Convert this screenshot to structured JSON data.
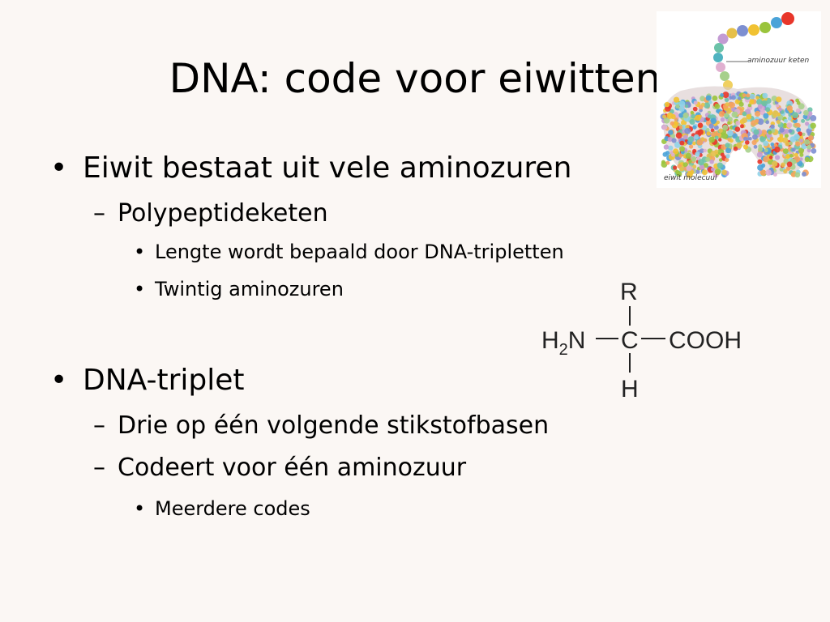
{
  "slide": {
    "title": "DNA: code voor eiwitten",
    "bullets": [
      {
        "level": 1,
        "mark": "•",
        "text": "Eiwit bestaat uit vele aminozuren"
      },
      {
        "level": 2,
        "mark": "–",
        "text": "Polypeptideketen"
      },
      {
        "level": 3,
        "mark": "•",
        "text": "Lengte wordt bepaald door DNA-tripletten"
      },
      {
        "level": 3,
        "mark": "•",
        "text": "Twintig aminozuren"
      },
      {
        "level": 1,
        "mark": "•",
        "text": "DNA-triplet"
      },
      {
        "level": 2,
        "mark": "–",
        "text": "Drie op één volgende stikstofbasen"
      },
      {
        "level": 2,
        "mark": "–",
        "text": "Codeert voor één aminozuur"
      },
      {
        "level": 3,
        "mark": "•",
        "text": "Meerdere codes"
      }
    ]
  },
  "protein_figure": {
    "label_chain": "aminozuur keten",
    "label_molecule": "eiwit molecuul"
  },
  "amino_acid_structure": {
    "top": "R",
    "left_group_base": "H",
    "left_group_sub": "2",
    "left_group_end": "N",
    "center": "C",
    "right_group": "COOH",
    "bottom": "H"
  }
}
